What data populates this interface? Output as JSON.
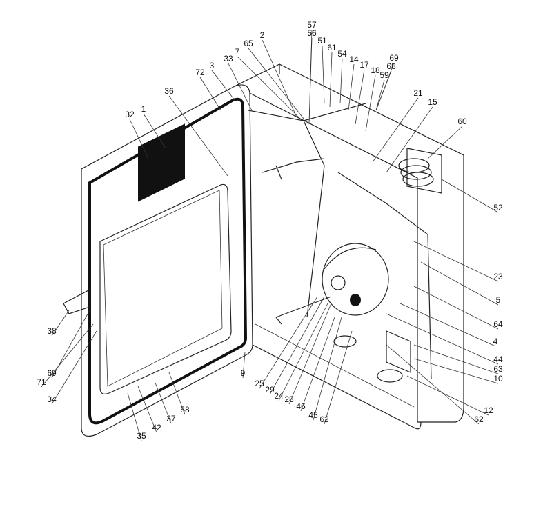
{
  "figure": {
    "type": "exploded parts diagram of a cabinet with open door",
    "callouts": [
      "57",
      "56",
      "51",
      "61",
      "54",
      "14",
      "17",
      "18",
      "69",
      "68",
      "59",
      "2",
      "65",
      "7",
      "33",
      "3",
      "72",
      "36",
      "1",
      "32",
      "21",
      "15",
      "60",
      "52",
      "23",
      "5",
      "64",
      "4",
      "44",
      "63",
      "10",
      "12",
      "62",
      "38",
      "69",
      "71",
      "34",
      "35",
      "42",
      "37",
      "58",
      "9",
      "25",
      "29",
      "24",
      "28",
      "46",
      "45",
      "62"
    ]
  }
}
